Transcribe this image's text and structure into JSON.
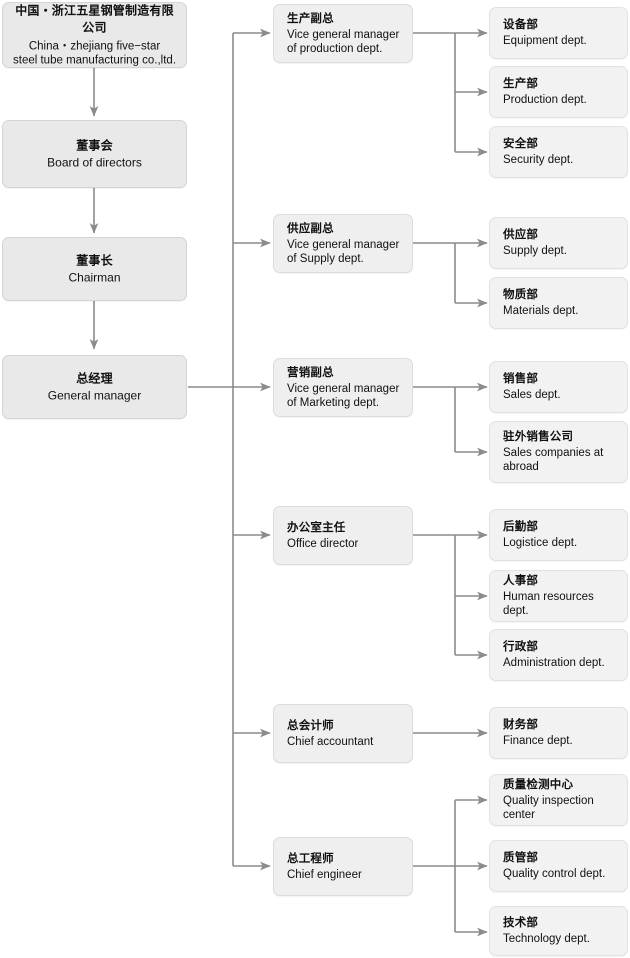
{
  "diagram": {
    "title_cn": "中国・浙江五星钢管制造有限公司",
    "title_en_line1": "China・zhejiang five−star",
    "title_en_line2": "steel tube manufacturing co.,ltd.",
    "colors": {
      "node_fill": "#ededed",
      "node_border": "#d8d8d8",
      "connector": "#777777",
      "text": "#111111",
      "background": "#ffffff"
    }
  },
  "nodes": {
    "company": {
      "cn": "中国・浙江五星钢管制造有限公司",
      "en": "China・zhejiang five−star steel tube manufacturing co.,ltd."
    },
    "board": {
      "cn": "董事会",
      "en": "Board of directors"
    },
    "chairman": {
      "cn": "董事长",
      "en": "Chairman"
    },
    "general_manager": {
      "cn": "总经理",
      "en": "General manager"
    },
    "vgm_production": {
      "cn": "生产副总",
      "en": "Vice general manager of production dept."
    },
    "vgm_supply": {
      "cn": "供应副总",
      "en": "Vice general manager of Supply dept."
    },
    "vgm_marketing": {
      "cn": "营销副总",
      "en": "Vice general manager of Marketing dept."
    },
    "office_director": {
      "cn": "办公室主任",
      "en": "Office director"
    },
    "chief_accountant": {
      "cn": "总会计师",
      "en": "Chief accountant"
    },
    "chief_engineer": {
      "cn": "总工程师",
      "en": "Chief engineer"
    },
    "equipment": {
      "cn": "设备部",
      "en": "Equipment dept."
    },
    "production": {
      "cn": "生产部",
      "en": "Production dept."
    },
    "security": {
      "cn": "安全部",
      "en": "Security dept."
    },
    "supply": {
      "cn": "供应部",
      "en": "Supply dept."
    },
    "materials": {
      "cn": "物质部",
      "en": "Materials dept."
    },
    "sales": {
      "cn": "销售部",
      "en": "Sales dept."
    },
    "sales_abroad": {
      "cn": "驻外销售公司",
      "en": "Sales companies at abroad"
    },
    "logistics": {
      "cn": "后勤部",
      "en": "Logistice dept."
    },
    "human_resources": {
      "cn": "人事部",
      "en": "Human resources dept."
    },
    "administration": {
      "cn": "行政部",
      "en": "Administration dept."
    },
    "finance": {
      "cn": "财务部",
      "en": "Finance dept."
    },
    "quality_inspection": {
      "cn": "质量检测中心",
      "en": "Quality inspection center"
    },
    "quality_control": {
      "cn": "质管部",
      "en": "Quality control dept."
    },
    "technology": {
      "cn": "技术部",
      "en": "Technology dept."
    }
  },
  "hierarchy": {
    "root": "company",
    "chain": [
      "company",
      "board",
      "chairman",
      "general_manager"
    ],
    "branches": [
      {
        "parent": "vgm_production",
        "children": [
          "equipment",
          "production",
          "security"
        ]
      },
      {
        "parent": "vgm_supply",
        "children": [
          "supply",
          "materials"
        ]
      },
      {
        "parent": "vgm_marketing",
        "children": [
          "sales",
          "sales_abroad"
        ]
      },
      {
        "parent": "office_director",
        "children": [
          "logistics",
          "human_resources",
          "administration"
        ]
      },
      {
        "parent": "chief_accountant",
        "children": [
          "finance"
        ]
      },
      {
        "parent": "chief_engineer",
        "children": [
          "quality_inspection",
          "quality_control",
          "technology"
        ]
      }
    ]
  }
}
